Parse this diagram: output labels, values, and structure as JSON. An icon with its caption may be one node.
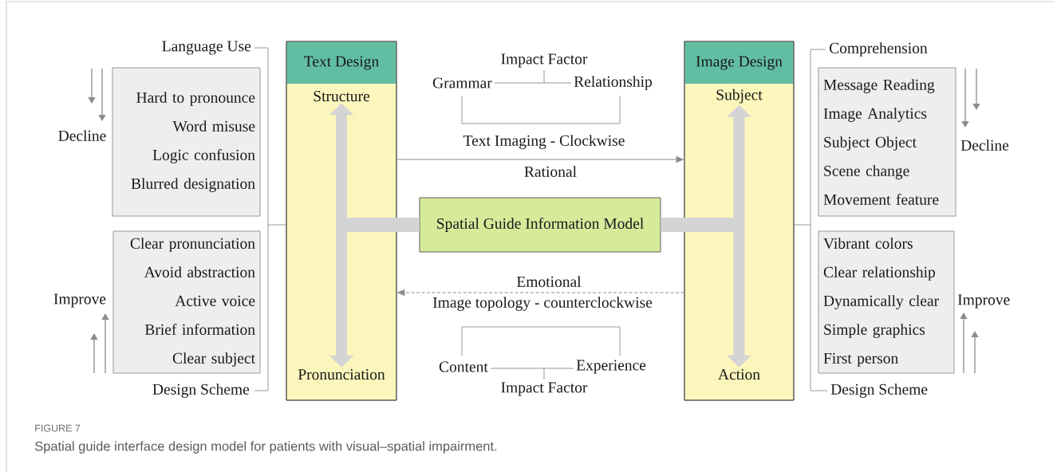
{
  "diagram": {
    "title": "FIGURE 7",
    "caption": "Spatial guide interface design model for patients with visual–spatial impairment.",
    "nodes": [
      {
        "text": [
          "Text Design"
        ]
      },
      {
        "text": [
          "Structure"
        ],
        "in": 0
      },
      {
        "text": [
          "Pronunciation"
        ],
        "in": 0
      },
      {
        "text": [
          "Image Design"
        ]
      },
      {
        "text": [
          "Subject"
        ],
        "in": 3
      },
      {
        "text": [
          "Action"
        ],
        "in": 3
      },
      {
        "text": [
          "Spatial Guide Information Model"
        ]
      },
      {
        "text": [
          "Hard to pronounce",
          "Word misuse",
          "Logic confusion",
          "Blurred designation"
        ],
        "beside": [
          "Decline"
        ]
      },
      {
        "text": [
          "Clear pronunciation",
          "Avoid abstraction",
          "Active voice",
          "Brief information",
          "Clear subject"
        ],
        "beside": [
          "Improve"
        ]
      },
      {
        "text": [
          "Message Reading",
          "Image Analytics",
          "Subject Object",
          "Scene change",
          "Movement feature"
        ],
        "beside": [
          "Decline"
        ]
      },
      {
        "text": [
          "Vibrant colors",
          "Clear relationship",
          "Dynamically clear",
          "Simple graphics",
          "First person"
        ],
        "beside": [
          "Improve"
        ]
      }
    ],
    "edges": [
      {
        "from": 1,
        "to": 2,
        "arrow": "both"
      },
      {
        "from": 4,
        "to": 5,
        "arrow": "both"
      },
      {
        "from": 6,
        "to": 0,
        "arrow": "none"
      },
      {
        "from": 6,
        "to": 3,
        "arrow": "none"
      },
      {
        "from": 0,
        "to": 3,
        "arrow": "to",
        "label": "Text Imaging - Clockwise"
      },
      {
        "from": 3,
        "to": 0,
        "arrow": "to",
        "style": "dashed",
        "label": "Image topology - counterclockwise"
      }
    ],
    "labels": [
      "Language Use",
      "Impact Factor",
      "Grammar",
      "Relationship",
      "Comprehension",
      "Rational",
      "Emotional",
      "Content",
      "Experience",
      "Design Scheme",
      "Impact Factor",
      "Design Scheme"
    ]
  }
}
